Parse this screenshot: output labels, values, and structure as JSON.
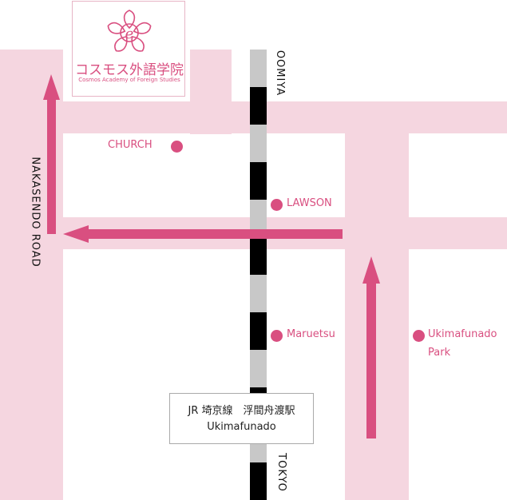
{
  "logo": {
    "name": "コスモス外語学院",
    "subtitle": "Cosmos Academy of Foreign Studies",
    "mark_letter": "e",
    "icon": "cherry-blossom-icon"
  },
  "roads": {
    "nakasendo_label": "NAKASENDO ROAD",
    "rail_north_label": "OOMIYA",
    "rail_south_label": "TOKYO"
  },
  "pois": {
    "church": "CHURCH",
    "lawson": "LAWSON",
    "maruetsu": "Maruetsu",
    "park_line1": "Ukimafunado",
    "park_line2": "Park"
  },
  "station": {
    "line1": "JR 埼京線　浮間舟渡駅",
    "line2": "Ukimafunado"
  },
  "colors": {
    "road": "#f5d6e0",
    "route": "#d94f80",
    "rail_dark": "#000000",
    "rail_light": "#c8c8c8"
  }
}
